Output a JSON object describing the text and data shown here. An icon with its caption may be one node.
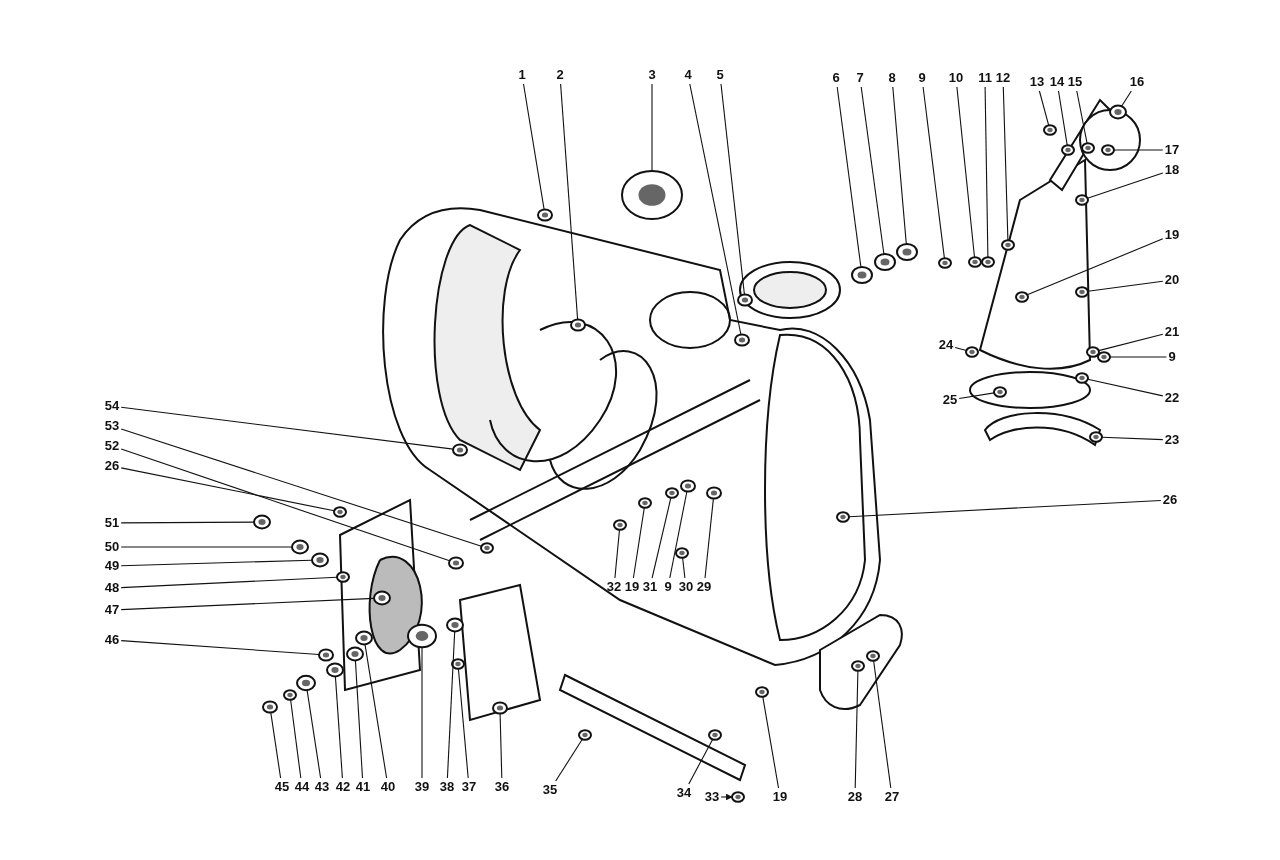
{
  "diagram": {
    "nodes": [
      {
        "text": [
          "1"
        ]
      },
      {
        "text": [
          "2"
        ]
      },
      {
        "text": [
          "3"
        ]
      },
      {
        "text": [
          "4"
        ]
      },
      {
        "text": [
          "5"
        ]
      },
      {
        "text": [
          "6"
        ]
      },
      {
        "text": [
          "7"
        ]
      },
      {
        "text": [
          "8"
        ]
      },
      {
        "text": [
          "9"
        ]
      },
      {
        "text": [
          "10"
        ]
      },
      {
        "text": [
          "11"
        ]
      },
      {
        "text": [
          "12"
        ]
      },
      {
        "text": [
          "13"
        ]
      },
      {
        "text": [
          "14"
        ]
      },
      {
        "text": [
          "15"
        ]
      },
      {
        "text": [
          "16"
        ]
      },
      {
        "text": [
          "17"
        ]
      },
      {
        "text": [
          "18"
        ]
      },
      {
        "text": [
          "19"
        ]
      },
      {
        "text": [
          "20"
        ]
      },
      {
        "text": [
          "21"
        ]
      },
      {
        "text": [
          "9"
        ]
      },
      {
        "text": [
          "22"
        ]
      },
      {
        "text": [
          "23"
        ]
      },
      {
        "text": [
          "24"
        ]
      },
      {
        "text": [
          "25"
        ]
      },
      {
        "text": [
          "26"
        ]
      },
      {
        "text": [
          "54"
        ]
      },
      {
        "text": [
          "53"
        ]
      },
      {
        "text": [
          "52"
        ]
      },
      {
        "text": [
          "26"
        ]
      },
      {
        "text": [
          "51"
        ]
      },
      {
        "text": [
          "50"
        ]
      },
      {
        "text": [
          "49"
        ]
      },
      {
        "text": [
          "48"
        ]
      },
      {
        "text": [
          "47"
        ]
      },
      {
        "text": [
          "46"
        ]
      },
      {
        "text": [
          "32"
        ]
      },
      {
        "text": [
          "19"
        ]
      },
      {
        "text": [
          "31"
        ]
      },
      {
        "text": [
          "9"
        ]
      },
      {
        "text": [
          "30"
        ]
      },
      {
        "text": [
          "29"
        ]
      },
      {
        "text": [
          "45"
        ]
      },
      {
        "text": [
          "44"
        ]
      },
      {
        "text": [
          "43"
        ]
      },
      {
        "text": [
          "42"
        ]
      },
      {
        "text": [
          "41"
        ]
      },
      {
        "text": [
          "40"
        ]
      },
      {
        "text": [
          "39"
        ]
      },
      {
        "text": [
          "38"
        ]
      },
      {
        "text": [
          "37"
        ]
      },
      {
        "text": [
          "36"
        ]
      },
      {
        "text": [
          "35"
        ]
      },
      {
        "text": [
          "34"
        ]
      },
      {
        "text": [
          "33"
        ]
      },
      {
        "text": [
          "19"
        ]
      },
      {
        "text": [
          "28"
        ]
      },
      {
        "text": [
          "27"
        ]
      },
      {
        "text": [],
        "shape": "picture"
      },
      {
        "text": [],
        "shape": "picture"
      },
      {
        "text": [],
        "shape": "picture"
      },
      {
        "text": [],
        "shape": "picture"
      },
      {
        "text": [],
        "shape": "picture"
      },
      {
        "text": [],
        "shape": "picture"
      },
      {
        "text": [],
        "shape": "picture"
      },
      {
        "text": [],
        "shape": "picture"
      },
      {
        "text": [],
        "shape": "picture"
      },
      {
        "text": [],
        "shape": "picture"
      },
      {
        "text": [],
        "shape": "picture"
      },
      {
        "text": [],
        "shape": "picture"
      },
      {
        "text": [],
        "shape": "picture"
      },
      {
        "text": [],
        "shape": "picture"
      },
      {
        "text": [],
        "shape": "picture"
      },
      {
        "text": [],
        "shape": "picture"
      },
      {
        "text": [],
        "shape": "picture"
      },
      {
        "text": [],
        "shape": "picture"
      },
      {
        "text": [],
        "shape": "picture"
      },
      {
        "text": [],
        "shape": "picture"
      },
      {
        "text": [],
        "shape": "picture"
      },
      {
        "text": [],
        "shape": "picture"
      },
      {
        "text": [],
        "shape": "picture"
      },
      {
        "text": [],
        "shape": "picture"
      },
      {
        "text": [],
        "shape": "picture"
      },
      {
        "text": [],
        "shape": "picture"
      },
      {
        "text": [],
        "shape": "picture"
      },
      {
        "text": [],
        "shape": "picture"
      },
      {
        "text": [],
        "shape": "picture"
      },
      {
        "text": [],
        "shape": "picture"
      },
      {
        "text": [],
        "shape": "picture"
      },
      {
        "text": [],
        "shape": "picture"
      },
      {
        "text": [],
        "shape": "picture"
      },
      {
        "text": [],
        "shape": "picture"
      },
      {
        "text": [],
        "shape": "picture"
      },
      {
        "text": [],
        "shape": "picture"
      },
      {
        "text": [],
        "shape": "picture"
      },
      {
        "text": [],
        "shape": "picture"
      },
      {
        "text": [],
        "shape": "picture"
      },
      {
        "text": [],
        "shape": "picture"
      },
      {
        "text": [],
        "shape": "picture"
      },
      {
        "text": [],
        "shape": "picture"
      },
      {
        "text": [],
        "shape": "picture"
      },
      {
        "text": [],
        "shape": "picture"
      },
      {
        "text": [],
        "shape": "picture"
      },
      {
        "text": [],
        "shape": "picture"
      },
      {
        "text": [],
        "shape": "picture"
      },
      {
        "text": [],
        "shape": "picture"
      },
      {
        "text": [],
        "shape": "picture"
      },
      {
        "text": [],
        "shape": "picture"
      },
      {
        "text": [],
        "shape": "picture"
      },
      {
        "text": [],
        "shape": "picture"
      },
      {
        "text": [],
        "shape": "picture"
      },
      {
        "text": [],
        "shape": "picture"
      },
      {
        "text": [],
        "shape": "picture"
      },
      {
        "text": [],
        "shape": "picture"
      },
      {
        "text": [],
        "shape": "picture"
      },
      {
        "text": [],
        "shape": "picture"
      },
      {
        "text": [],
        "shape": "picture"
      }
    ],
    "edges": [
      {
        "from": 0,
        "to": 59,
        "arrow": "none"
      },
      {
        "from": 1,
        "to": 60,
        "arrow": "none"
      },
      {
        "from": 2,
        "to": 61,
        "arrow": "none"
      },
      {
        "from": 3,
        "to": 62,
        "arrow": "none"
      },
      {
        "from": 4,
        "to": 63,
        "arrow": "none"
      },
      {
        "from": 5,
        "to": 64,
        "arrow": "none"
      },
      {
        "from": 6,
        "to": 65,
        "arrow": "none"
      },
      {
        "from": 7,
        "to": 66,
        "arrow": "none"
      },
      {
        "from": 8,
        "to": 67,
        "arrow": "none"
      },
      {
        "from": 9,
        "to": 68,
        "arrow": "none"
      },
      {
        "from": 10,
        "to": 69,
        "arrow": "none"
      },
      {
        "from": 11,
        "to": 70,
        "arrow": "none"
      },
      {
        "from": 12,
        "to": 71,
        "arrow": "none"
      },
      {
        "from": 13,
        "to": 72,
        "arrow": "none"
      },
      {
        "from": 14,
        "to": 73,
        "arrow": "none"
      },
      {
        "from": 15,
        "to": 74,
        "arrow": "none"
      },
      {
        "from": 16,
        "to": 75,
        "arrow": "none"
      },
      {
        "from": 17,
        "to": 76,
        "arrow": "none"
      },
      {
        "from": 18,
        "to": 77,
        "arrow": "none"
      },
      {
        "from": 19,
        "to": 78,
        "arrow": "none"
      },
      {
        "from": 20,
        "to": 79,
        "arrow": "none"
      },
      {
        "from": 21,
        "to": 80,
        "arrow": "none"
      },
      {
        "from": 22,
        "to": 81,
        "arrow": "none"
      },
      {
        "from": 23,
        "to": 82,
        "arrow": "none"
      },
      {
        "from": 24,
        "to": 83,
        "arrow": "none"
      },
      {
        "from": 25,
        "to": 84,
        "arrow": "none"
      },
      {
        "from": 26,
        "to": 85,
        "arrow": "none"
      },
      {
        "from": 27,
        "to": 86,
        "arrow": "none"
      },
      {
        "from": 28,
        "to": 87,
        "arrow": "none"
      },
      {
        "from": 29,
        "to": 88,
        "arrow": "none"
      },
      {
        "from": 30,
        "to": 89,
        "arrow": "none"
      },
      {
        "from": 31,
        "to": 90,
        "arrow": "none"
      },
      {
        "from": 32,
        "to": 91,
        "arrow": "none"
      },
      {
        "from": 33,
        "to": 92,
        "arrow": "none"
      },
      {
        "from": 34,
        "to": 93,
        "arrow": "none"
      },
      {
        "from": 35,
        "to": 94,
        "arrow": "none"
      },
      {
        "from": 36,
        "to": 95,
        "arrow": "none"
      },
      {
        "from": 37,
        "to": 96,
        "arrow": "none"
      },
      {
        "from": 38,
        "to": 97,
        "arrow": "none"
      },
      {
        "from": 39,
        "to": 98,
        "arrow": "none"
      },
      {
        "from": 40,
        "to": 99,
        "arrow": "none"
      },
      {
        "from": 41,
        "to": 100,
        "arrow": "none"
      },
      {
        "from": 42,
        "to": 101,
        "arrow": "none"
      },
      {
        "from": 43,
        "to": 102,
        "arrow": "none"
      },
      {
        "from": 44,
        "to": 103,
        "arrow": "none"
      },
      {
        "from": 45,
        "to": 104,
        "arrow": "none"
      },
      {
        "from": 46,
        "to": 105,
        "arrow": "none"
      },
      {
        "from": 47,
        "to": 106,
        "arrow": "none"
      },
      {
        "from": 48,
        "to": 107,
        "arrow": "none"
      },
      {
        "from": 49,
        "to": 108,
        "arrow": "none"
      },
      {
        "from": 50,
        "to": 109,
        "arrow": "none"
      },
      {
        "from": 51,
        "to": 110,
        "arrow": "none"
      },
      {
        "from": 52,
        "to": 111,
        "arrow": "none"
      },
      {
        "from": 53,
        "to": 112,
        "arrow": "none"
      },
      {
        "from": 54,
        "to": 113,
        "arrow": "none"
      },
      {
        "from": 55,
        "to": 114,
        "arrow": "to"
      },
      {
        "from": 56,
        "to": 115,
        "arrow": "none"
      },
      {
        "from": 57,
        "to": 116,
        "arrow": "none"
      },
      {
        "from": 58,
        "to": 117,
        "arrow": "none"
      }
    ]
  }
}
